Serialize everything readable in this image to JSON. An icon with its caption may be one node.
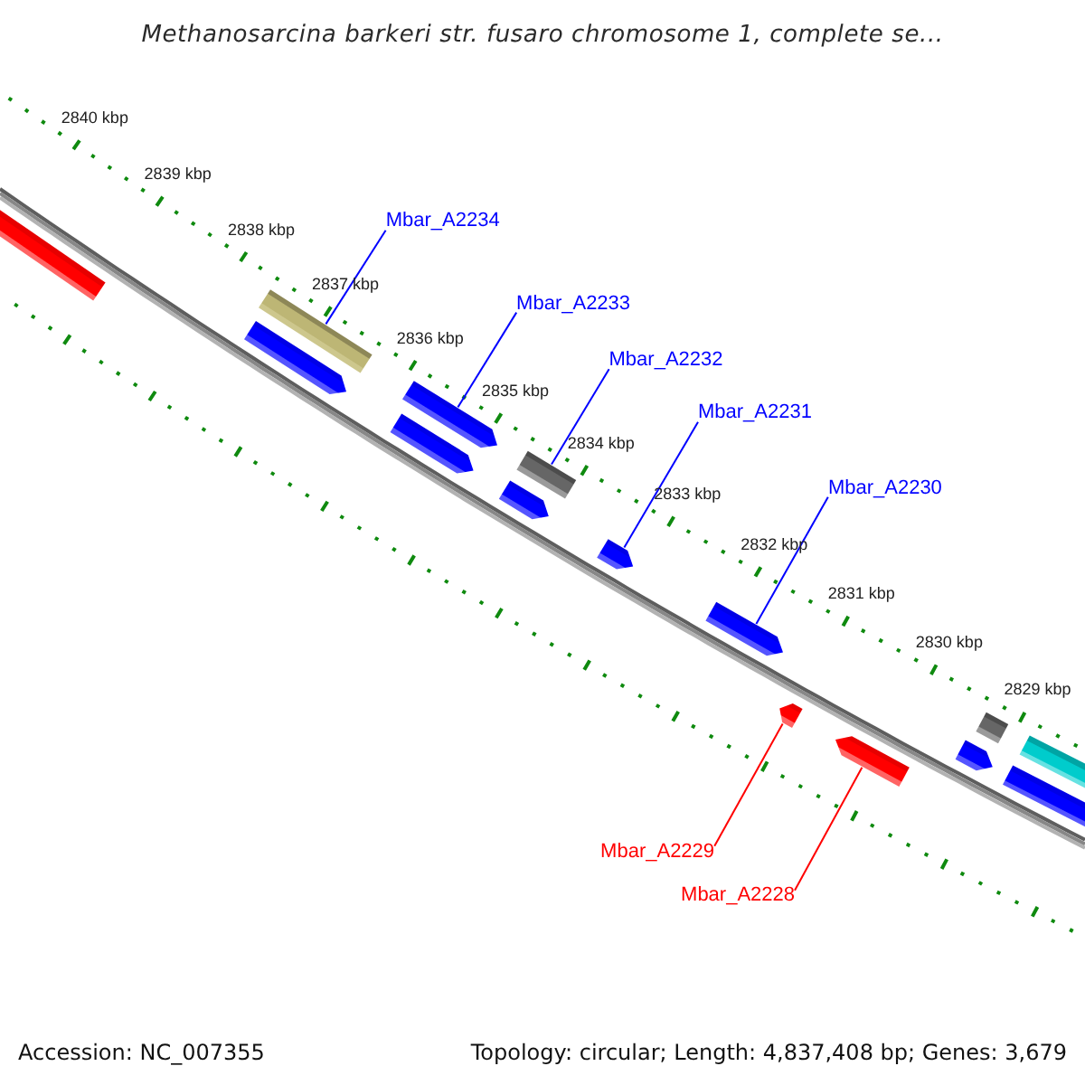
{
  "diagram": {
    "title": "Methanosarcina barkeri str. fusaro chromosome 1, complete se...",
    "nodes": [
      {
        "text": [
          "Mbar_A2234"
        ]
      },
      {
        "text": [
          "Mbar_A2233"
        ]
      },
      {
        "text": [
          "Mbar_A2232"
        ]
      },
      {
        "text": [
          "Mbar_A2231"
        ]
      },
      {
        "text": [
          "Mbar_A2230"
        ]
      },
      {
        "text": [
          "Mbar_A2229"
        ]
      },
      {
        "text": [
          "Mbar_A2228"
        ]
      },
      {
        "text": [],
        "shape": "pentagon"
      },
      {
        "text": [],
        "shape": "bar"
      },
      {
        "text": [],
        "shape": "pentagon"
      },
      {
        "text": [],
        "shape": "pentagon"
      },
      {
        "text": [],
        "shape": "pentagon"
      },
      {
        "text": [],
        "shape": "bar"
      },
      {
        "text": [],
        "shape": "pentagon"
      },
      {
        "text": [],
        "shape": "pentagon"
      },
      {
        "text": [],
        "shape": "pentagon"
      },
      {
        "text": [],
        "shape": "pentagon"
      },
      {
        "text": [],
        "shape": "pentagon"
      },
      {
        "text": [],
        "shape": "pentagon"
      },
      {
        "text": [],
        "shape": "bar"
      },
      {
        "text": [],
        "shape": "pentagon"
      },
      {
        "text": [],
        "shape": "bar"
      }
    ],
    "edges": [
      {
        "from": 0,
        "to": 8,
        "arrow": "none"
      },
      {
        "from": 1,
        "to": 10,
        "arrow": "none"
      },
      {
        "from": 2,
        "to": 12,
        "arrow": "none"
      },
      {
        "from": 3,
        "to": 14,
        "arrow": "none"
      },
      {
        "from": 4,
        "to": 15,
        "arrow": "none"
      },
      {
        "from": 5,
        "to": 16,
        "arrow": "none",
        "color": "#ff0000"
      },
      {
        "from": 6,
        "to": 17,
        "arrow": "none",
        "color": "#ff0000"
      }
    ],
    "labels": [
      "2840 kbp",
      "2839 kbp",
      "2838 kbp",
      "2837 kbp",
      "2836 kbp",
      "2835 kbp",
      "2834 kbp",
      "2833 kbp",
      "2832 kbp",
      "2831 kbp",
      "2830 kbp",
      "2829 kbp",
      "Accession: NC_007355",
      "Topology: circular; Length: 4,837,408 bp; Genes: 3,679"
    ]
  }
}
